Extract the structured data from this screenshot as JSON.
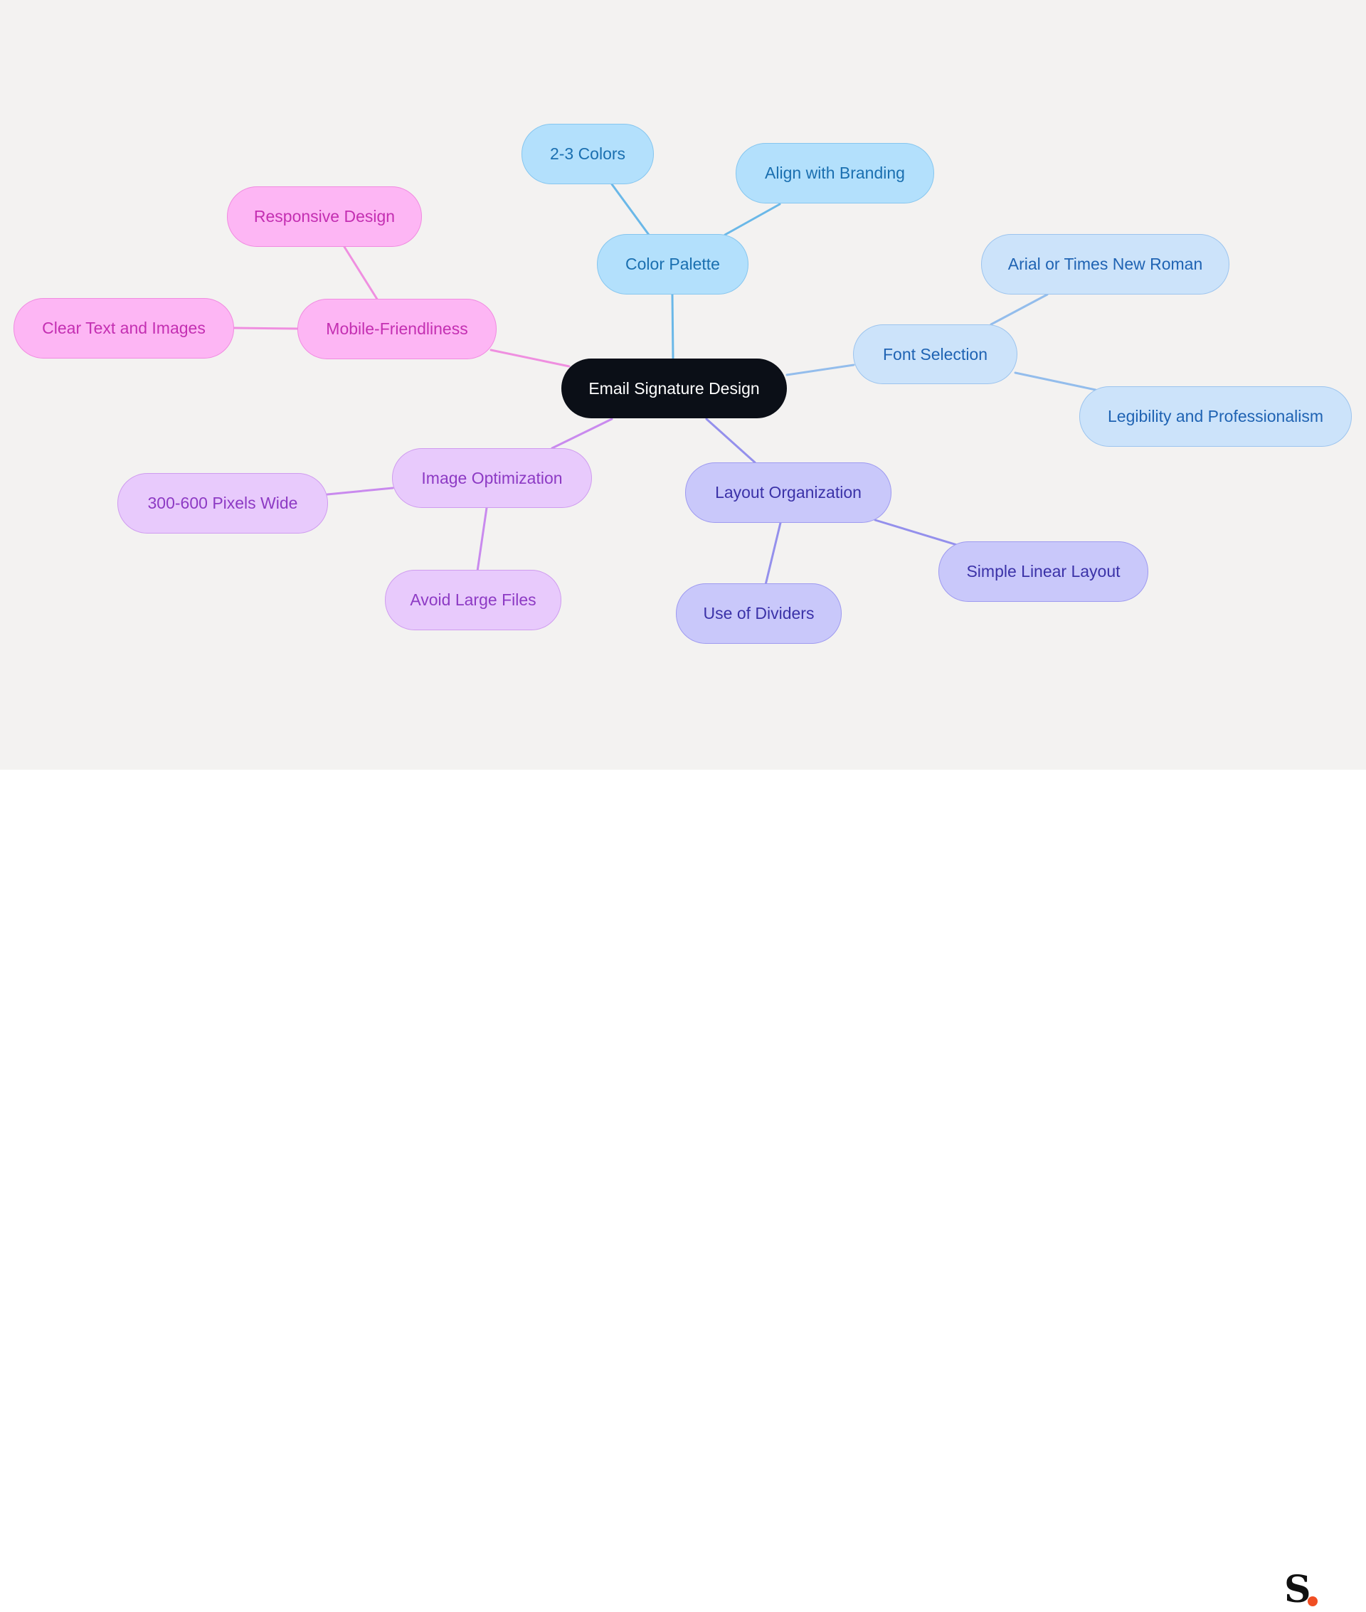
{
  "colors": {
    "canvas": "#f3f2f1",
    "root": "#0b0f17",
    "color_branch": "#6ab8e8",
    "font_branch": "#93bdec",
    "mobile_branch": "#ef8fe0",
    "image_branch": "#c98aee",
    "layout_branch": "#9490ec",
    "logo_dot": "#f04e23"
  },
  "mindmap": {
    "root": {
      "label": "Email Signature Design"
    },
    "color_palette": {
      "label": "Color Palette",
      "children": [
        "2-3 Colors",
        "Align with Branding"
      ]
    },
    "font_selection": {
      "label": "Font Selection",
      "children": [
        "Arial or Times New Roman",
        "Legibility and Professionalism"
      ]
    },
    "mobile_friendliness": {
      "label": "Mobile-Friendliness",
      "children": [
        "Responsive Design",
        "Clear Text and Images"
      ]
    },
    "image_optimization": {
      "label": "Image Optimization",
      "children": [
        "300-600 Pixels Wide",
        "Avoid Large Files"
      ]
    },
    "layout_organization": {
      "label": "Layout Organization",
      "children": [
        "Simple Linear Layout",
        "Use of Dividers"
      ]
    }
  },
  "brand": {
    "logo_letter": "S",
    "logo_icon": "logo-mark"
  }
}
